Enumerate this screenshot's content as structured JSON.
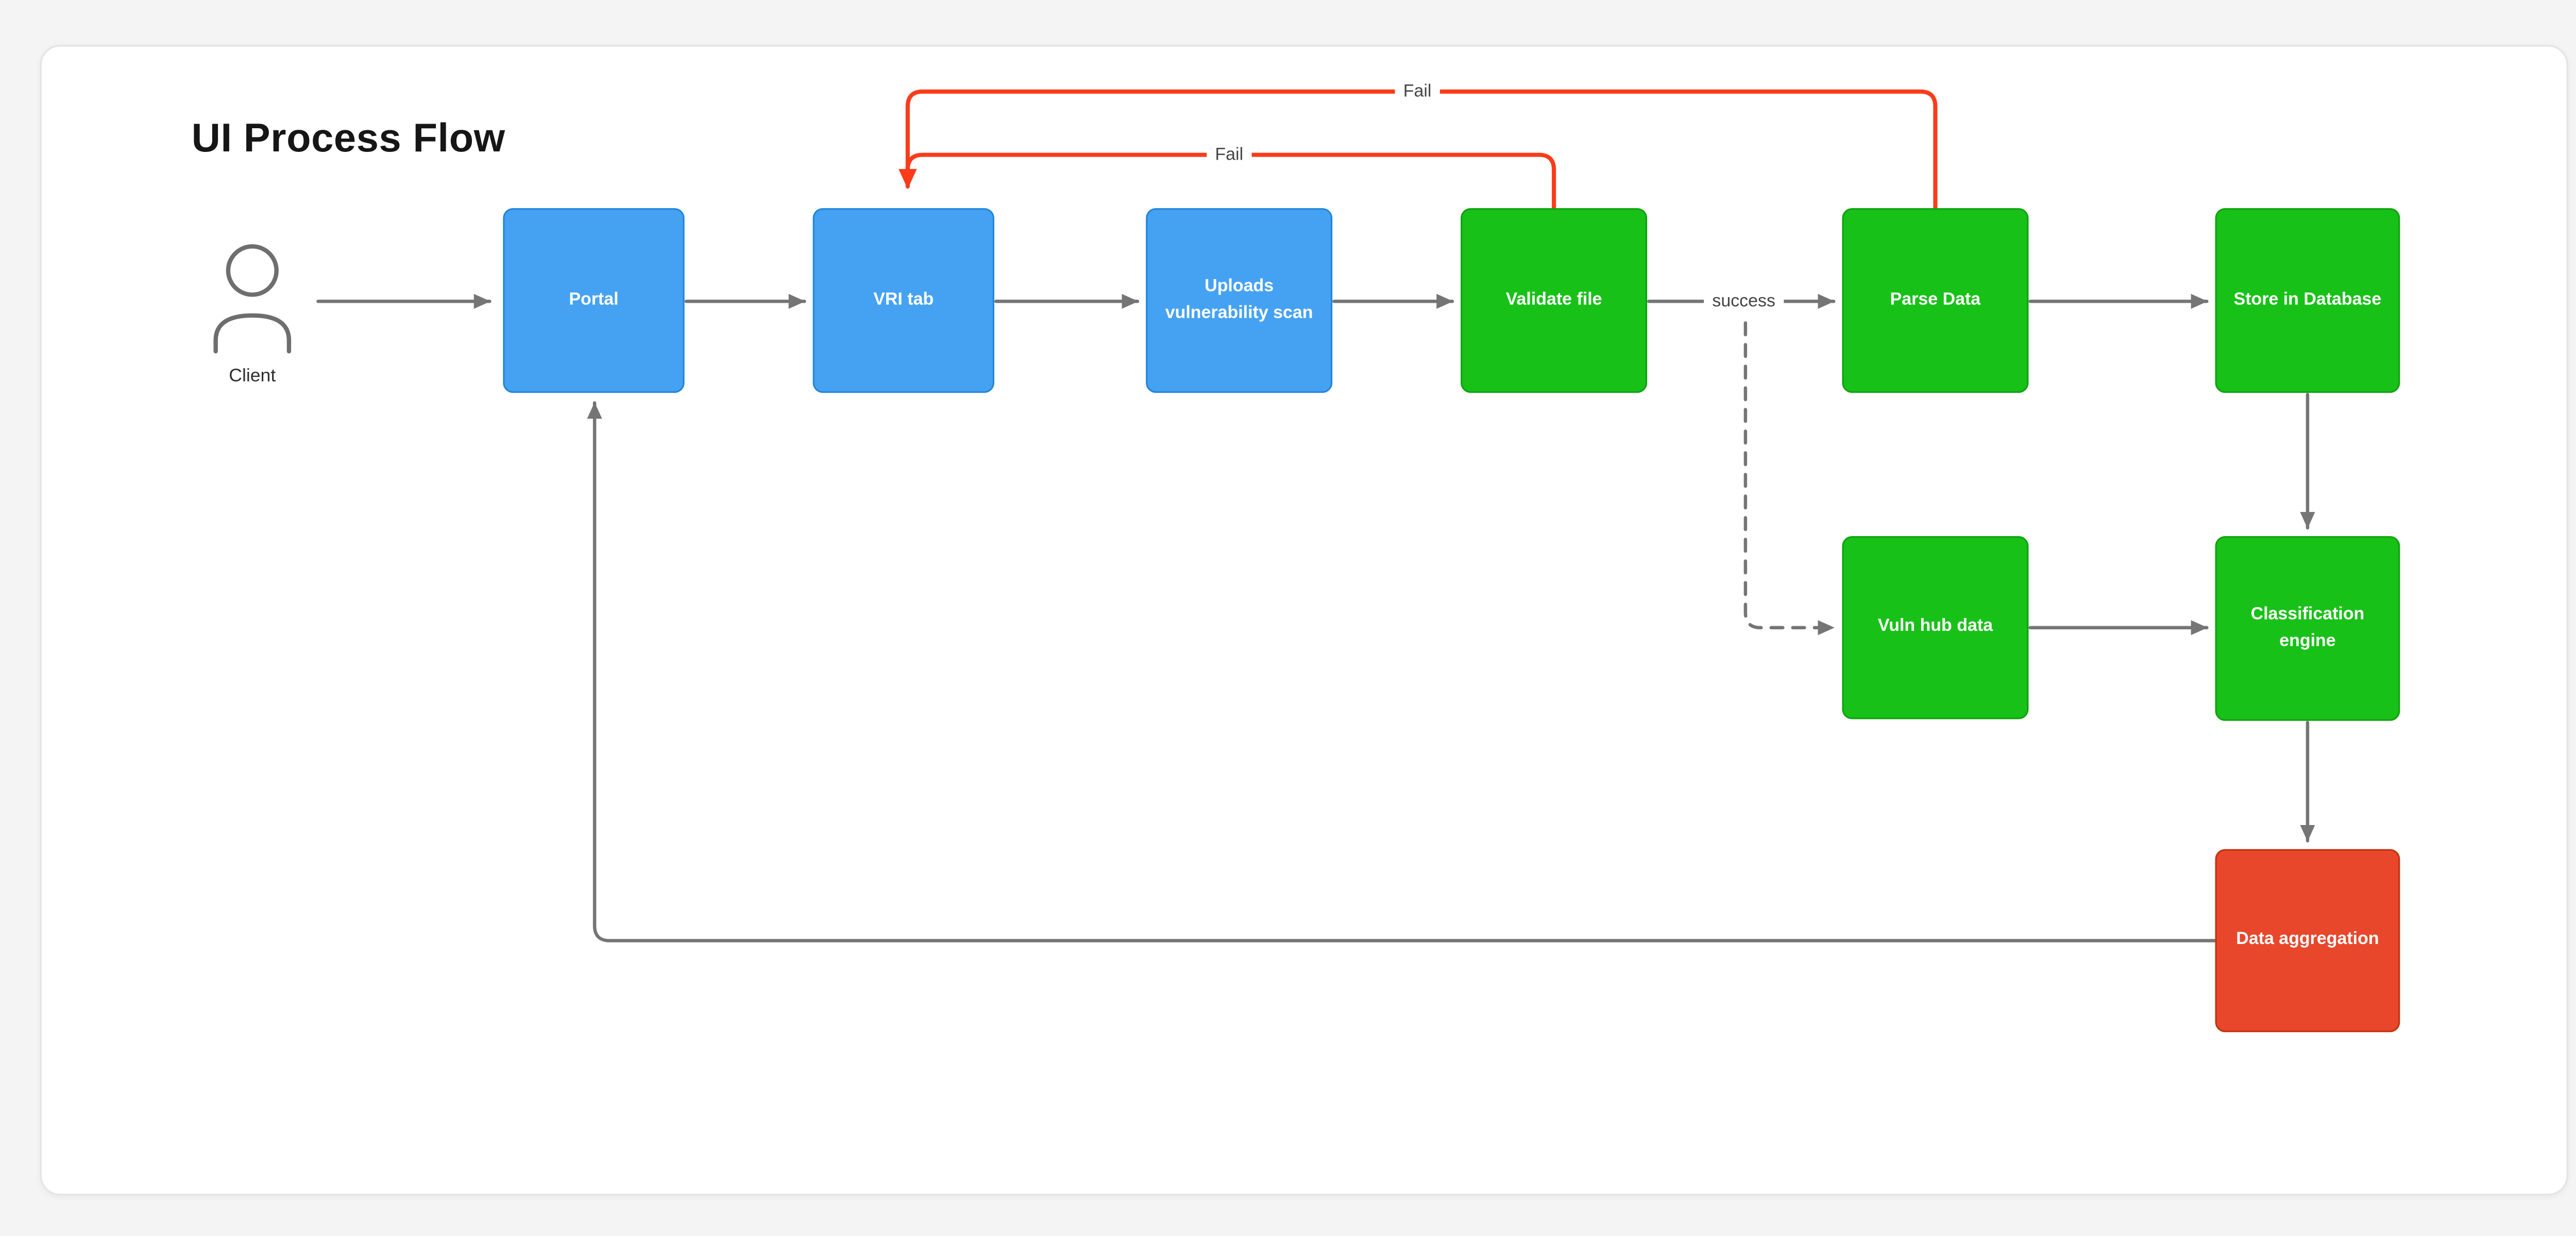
{
  "diagram": {
    "title": "UI Process Flow",
    "actor": {
      "label": "Client"
    },
    "nodes": [
      {
        "id": "portal",
        "label": "Portal",
        "lines": [
          "Portal"
        ],
        "color": "blue"
      },
      {
        "id": "vri-tab",
        "label": "VRI tab",
        "lines": [
          "VRI tab"
        ],
        "color": "blue"
      },
      {
        "id": "uploads-vulnerability-scan",
        "label": "Uploads vulnerability scan",
        "lines": [
          "Uploads",
          "vulnerability scan"
        ],
        "color": "blue"
      },
      {
        "id": "validate-file",
        "label": "Validate file",
        "lines": [
          "Validate file"
        ],
        "color": "green"
      },
      {
        "id": "parse-data",
        "label": "Parse Data",
        "lines": [
          "Parse Data"
        ],
        "color": "green"
      },
      {
        "id": "store-in-database",
        "label": "Store in Database",
        "lines": [
          "Store in Database"
        ],
        "color": "green"
      },
      {
        "id": "vuln-hub-data",
        "label": "Vuln hub data",
        "lines": [
          "Vuln hub data"
        ],
        "color": "green"
      },
      {
        "id": "classification-engine",
        "label": "Classification engine",
        "lines": [
          "Classification",
          "engine"
        ],
        "color": "green"
      },
      {
        "id": "data-aggregation",
        "label": "Data aggregation",
        "lines": [
          "Data aggregation"
        ],
        "color": "red"
      }
    ],
    "edge_labels": {
      "success": "success",
      "fail_validate": "Fail",
      "fail_parse": "Fail"
    },
    "colors": {
      "blue_fill": "#45a2f3",
      "blue_border": "#2386d9",
      "green_fill": "#18c118",
      "green_border": "#0fa30f",
      "red_fill": "#e8472b",
      "red_border": "#c2330f",
      "arrow_gray": "#757575",
      "fail_red": "#fb3b1a",
      "page_background": "#f4f4f5",
      "card_background": "#ffffff"
    }
  }
}
